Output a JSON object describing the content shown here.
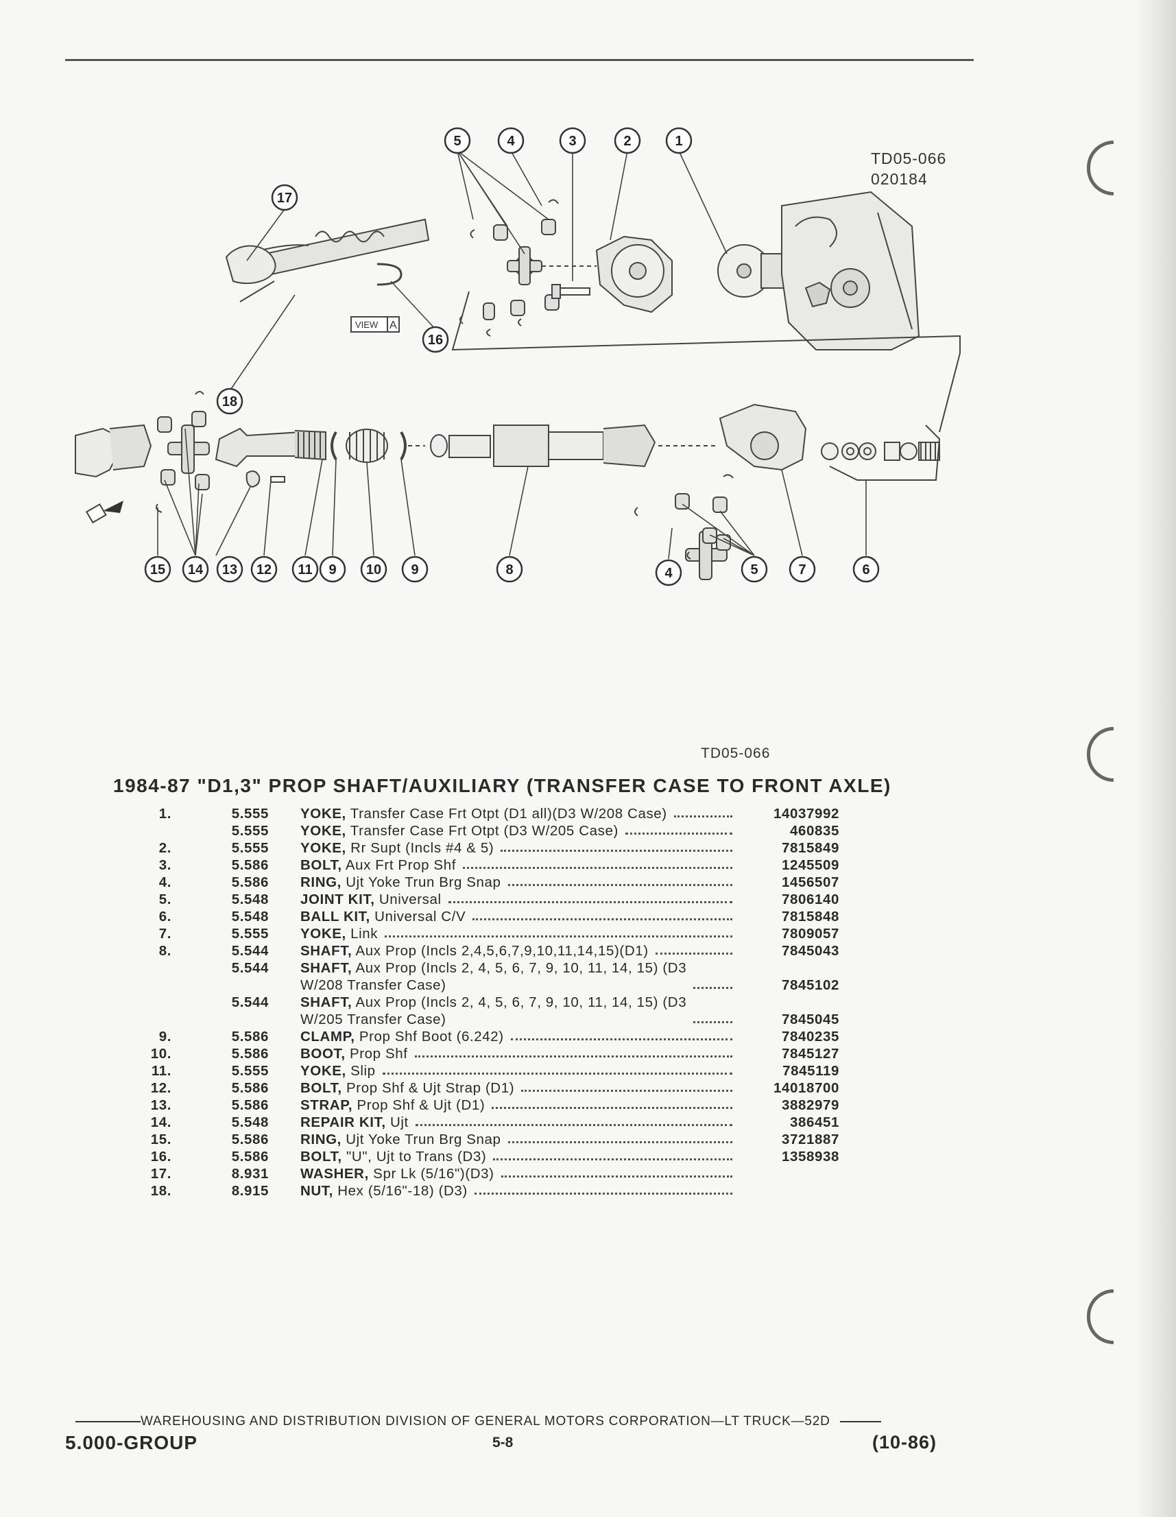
{
  "figure": {
    "id_top": "TD05-066",
    "date_code": "020184",
    "id_bottom": "TD05-066",
    "view_label": "VIEW",
    "view_letter": "A",
    "callouts": [
      "1",
      "2",
      "3",
      "4",
      "5",
      "6",
      "7",
      "8",
      "9",
      "10",
      "11",
      "12",
      "13",
      "14",
      "15",
      "16",
      "17",
      "18"
    ]
  },
  "title": "1984-87 \"D1,3\" PROP SHAFT/AUXILIARY (TRANSFER CASE TO FRONT AXLE)",
  "parts": [
    {
      "num": "1.",
      "group": "5.555",
      "name": "YOKE,",
      "desc": "Transfer Case Frt Otpt (D1 all)(D3 W/208 Case)",
      "part": "14037992"
    },
    {
      "num": "",
      "group": "5.555",
      "name": "YOKE,",
      "desc": "Transfer Case Frt Otpt (D3 W/205 Case)",
      "part": "460835"
    },
    {
      "num": "2.",
      "group": "5.555",
      "name": "YOKE,",
      "desc": "Rr Supt (Incls #4 & 5)",
      "part": "7815849"
    },
    {
      "num": "3.",
      "group": "5.586",
      "name": "BOLT,",
      "desc": "Aux Frt Prop Shf",
      "part": "1245509"
    },
    {
      "num": "4.",
      "group": "5.586",
      "name": "RING,",
      "desc": "Ujt Yoke Trun Brg Snap",
      "part": "1456507"
    },
    {
      "num": "5.",
      "group": "5.548",
      "name": "JOINT KIT,",
      "desc": "Universal",
      "part": "7806140"
    },
    {
      "num": "6.",
      "group": "5.548",
      "name": "BALL KIT,",
      "desc": "Universal C/V",
      "part": "7815848"
    },
    {
      "num": "7.",
      "group": "5.555",
      "name": "YOKE,",
      "desc": "Link",
      "part": "7809057"
    },
    {
      "num": "8.",
      "group": "5.544",
      "name": "SHAFT,",
      "desc": "Aux Prop (Incls 2,4,5,6,7,9,10,11,14,15)(D1)",
      "part": "7845043"
    },
    {
      "num": "",
      "group": "5.544",
      "name": "SHAFT,",
      "desc": "Aux Prop (Incls 2, 4, 5, 6, 7, 9, 10, 11, 14, 15) (D3\nW/208 Transfer Case)",
      "part": "7845102"
    },
    {
      "num": "",
      "group": "5.544",
      "name": "SHAFT,",
      "desc": "Aux Prop (Incls 2, 4, 5, 6, 7, 9, 10, 11, 14, 15) (D3\nW/205 Transfer Case)",
      "part": "7845045"
    },
    {
      "num": "9.",
      "group": "5.586",
      "name": "CLAMP,",
      "desc": "Prop Shf Boot (6.242)",
      "part": "7840235"
    },
    {
      "num": "10.",
      "group": "5.586",
      "name": "BOOT,",
      "desc": "Prop Shf",
      "part": "7845127"
    },
    {
      "num": "11.",
      "group": "5.555",
      "name": "YOKE,",
      "desc": "Slip",
      "part": "7845119"
    },
    {
      "num": "12.",
      "group": "5.586",
      "name": "BOLT,",
      "desc": "Prop Shf & Ujt Strap (D1)",
      "part": "14018700"
    },
    {
      "num": "13.",
      "group": "5.586",
      "name": "STRAP,",
      "desc": "Prop Shf & Ujt (D1)",
      "part": "3882979"
    },
    {
      "num": "14.",
      "group": "5.548",
      "name": "REPAIR KIT,",
      "desc": "Ujt",
      "part": "386451"
    },
    {
      "num": "15.",
      "group": "5.586",
      "name": "RING,",
      "desc": "Ujt Yoke Trun Brg Snap",
      "part": "3721887"
    },
    {
      "num": "16.",
      "group": "5.586",
      "name": "BOLT,",
      "desc": "\"U\", Ujt to Trans (D3)",
      "part": "1358938"
    },
    {
      "num": "17.",
      "group": "8.931",
      "name": "WASHER,",
      "desc": "Spr Lk (5/16\")(D3)",
      "part": ""
    },
    {
      "num": "18.",
      "group": "8.915",
      "name": "NUT,",
      "desc": "Hex (5/16\"-18) (D3)",
      "part": ""
    }
  ],
  "footer": {
    "division": "WAREHOUSING AND DISTRIBUTION  DIVISION OF GENERAL MOTORS CORPORATION—LT TRUCK—52D",
    "group": "5.000-GROUP",
    "page": "5-8",
    "date": "(10-86)"
  }
}
